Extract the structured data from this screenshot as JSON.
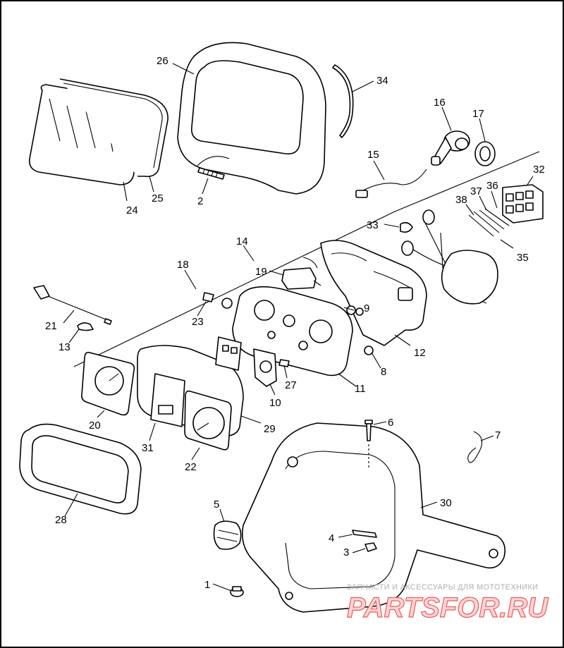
{
  "diagram": {
    "labels": [
      "1",
      "2",
      "3",
      "4",
      "5",
      "6",
      "7",
      "8",
      "9",
      "10",
      "11",
      "12",
      "13",
      "14",
      "15",
      "16",
      "17",
      "18",
      "19",
      "20",
      "21",
      "22",
      "23",
      "24",
      "25",
      "26",
      "27",
      "28",
      "29",
      "30",
      "31",
      "32",
      "33",
      "34",
      "35",
      "36",
      "37",
      "38"
    ]
  },
  "watermark": {
    "caption": "ЗАПЧАСТИ И АКСЕССУАРЫ ДЛЯ МОТОТЕХНИКИ",
    "brand": "PARTSFOR.RU"
  }
}
